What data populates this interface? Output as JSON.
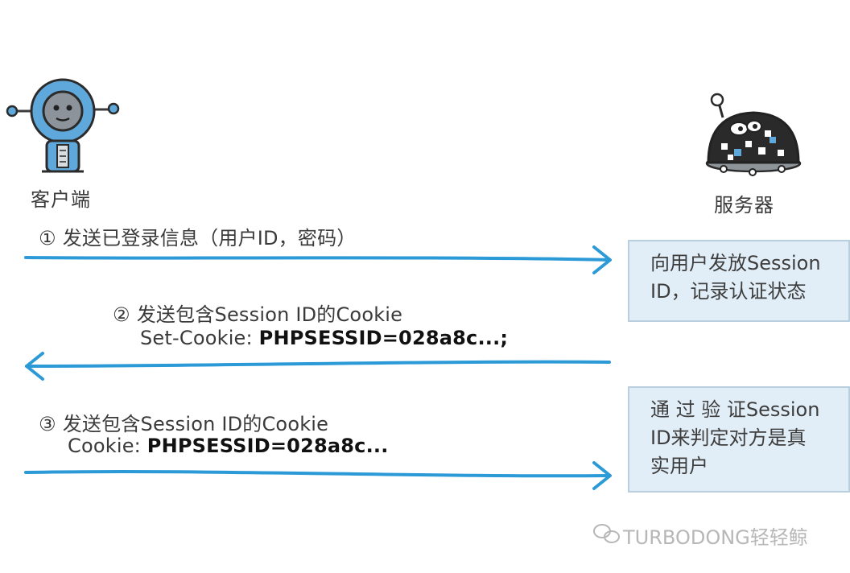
{
  "actors": {
    "client_label": "客户端",
    "server_label": "服务器"
  },
  "steps": [
    {
      "number": "①",
      "text": "发送已登录信息（用户ID，密码）",
      "direction": "client-to-server"
    },
    {
      "number": "②",
      "text": "发送包含Session ID的Cookie",
      "cookie_prefix": "Set-Cookie: ",
      "cookie_value": "PHPSESSID=028a8c...;",
      "direction": "server-to-client"
    },
    {
      "number": "③",
      "text": "发送包含Session ID的Cookie",
      "cookie_prefix": "Cookie: ",
      "cookie_value": "PHPSESSID=028a8c...",
      "direction": "client-to-server"
    }
  ],
  "server_notes": [
    {
      "lines": [
        "向用户发放Session",
        "ID，记录认证状态"
      ]
    },
    {
      "lines": [
        "通 过 验 证Session",
        "ID来判定对方是真",
        "实用户"
      ]
    }
  ],
  "watermark": "TURBODONG轻轻鲸",
  "colors": {
    "arrow": "#2c9ad6",
    "note_fill": "#e2eef7",
    "note_border": "#b9cfde",
    "client_body": "#5fa8dc",
    "server_body": "#2a2a2a"
  }
}
